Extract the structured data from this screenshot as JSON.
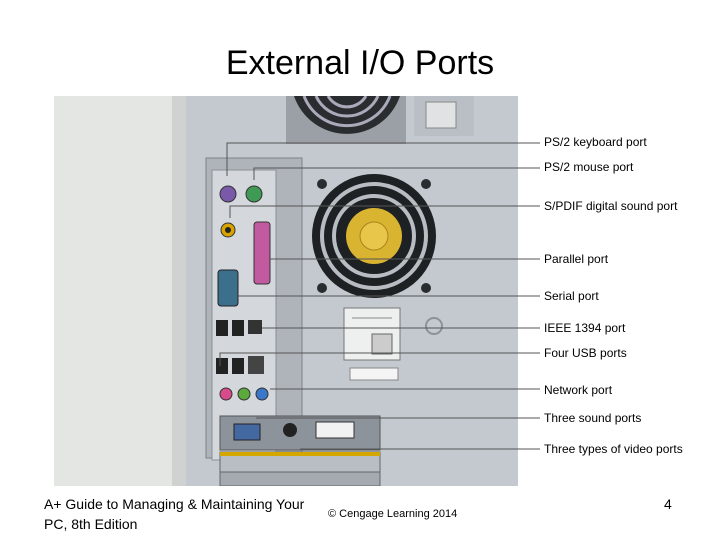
{
  "slide": {
    "title": "External I/O Ports",
    "footer_left": "A+ Guide to Managing & Maintaining Your PC, 8th Edition",
    "footer_center": "© Cengage Learning 2014",
    "page_number": "4"
  },
  "labels": [
    "PS/2 keyboard port",
    "PS/2 mouse port",
    "S/PDIF digital sound port",
    "Parallel port",
    "Serial port",
    "IEEE 1394 port",
    "Four USB ports",
    "Network port",
    "Three sound ports",
    "Three types of video ports"
  ]
}
